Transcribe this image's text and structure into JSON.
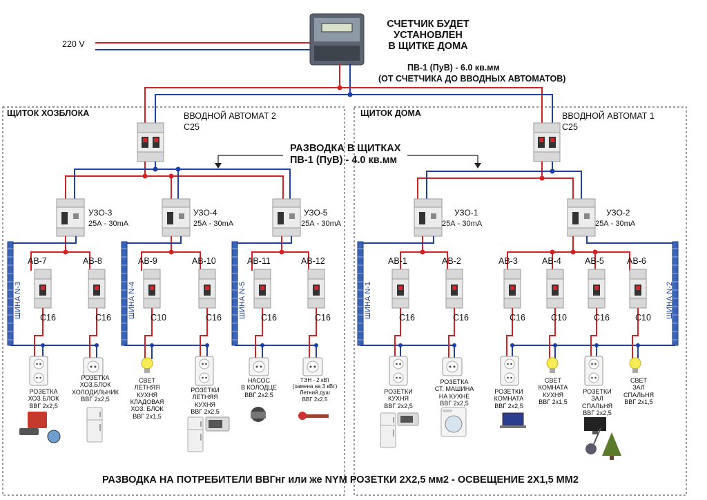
{
  "meter_note": "СЧЕТЧИК БУДЕТ\nУСТАНОВЛЕН\nВ ЩИТКЕ ДОМА",
  "supply": "220 V",
  "main_cable_line1": "ПВ-1 (ПуВ)  - 6.0 кв.мм",
  "main_cable_line2": "(ОТ СЧЕТЧИКА ДО ВВОДНЫХ АВТОМАТОВ)",
  "panel_outbuilding": {
    "title": "ЩИТОК ХОЗБЛОКА",
    "main_breaker": "ВВОДНОЙ АВТОМАТ 2",
    "main_rating": "С25",
    "rcds": [
      {
        "name": "УЗО-3",
        "rating": "25А - 30mA"
      },
      {
        "name": "УЗО-4",
        "rating": "25А - 30mA"
      },
      {
        "name": "УЗО-5",
        "rating": "25А - 30mA"
      }
    ],
    "buses": [
      "ШИНА N-3",
      "ШИНА N-4",
      "ШИНА N-5"
    ],
    "breakers": [
      {
        "name": "АВ-7",
        "rating": "С16"
      },
      {
        "name": "АВ-8",
        "rating": "С16"
      },
      {
        "name": "АВ-9",
        "rating": "С10"
      },
      {
        "name": "АВ-10",
        "rating": "С16"
      },
      {
        "name": "АВ-11",
        "rating": "С16"
      },
      {
        "name": "АВ-12",
        "rating": "С16"
      }
    ],
    "loads": [
      "РОЗЕТКА\nХОЗ.БЛОК\nВВГ 2х2,5",
      "РОЗЕТКА\nХОЗ.БЛОК\nХОЛОДИЛЬНИК\nВВГ 2х2,5",
      "СВЕТ\nЛЕТНЯЯ\nКУХНЯ\nКЛАДОВАЯ\nХОЗ. БЛОК\nВВГ 2х1,5",
      "РОЗЕТКИ\nЛЕТНЯЯ\nКУХНЯ\nВВГ 2х2,5",
      "НАСОС\nВ КОЛОДЦЕ\nВВГ 2х2,5",
      "ТЭН - 2 кВт\n(замена на 3 кВт)\nЛетний душ\nВВГ 2х2,5"
    ]
  },
  "panel_house": {
    "title": "ЩИТОК ДОМА",
    "main_breaker": "ВВОДНОЙ АВТОМАТ 1",
    "main_rating": "С25",
    "rcds": [
      {
        "name": "УЗО-1",
        "rating": "25А - 30mA"
      },
      {
        "name": "УЗО-2",
        "rating": "25А - 30mA"
      }
    ],
    "buses": [
      "ШИНА N-1",
      "ШИНА N-2"
    ],
    "breakers": [
      {
        "name": "АВ-1",
        "rating": "С16"
      },
      {
        "name": "АВ-2",
        "rating": "С16"
      },
      {
        "name": "АВ-3",
        "rating": "С16"
      },
      {
        "name": "АВ-4",
        "rating": "С10"
      },
      {
        "name": "АВ-5",
        "rating": "С16"
      },
      {
        "name": "АВ-6",
        "rating": "С10"
      }
    ],
    "loads": [
      "РОЗЕТКИ\nКУХНЯ\nВВГ 2х2,5",
      "РОЗЕТКА\nСТ. МАШИНА\nНА КУХНЕ\nВВГ 2х2,5",
      "РОЗЕТКИ\nКОМНАТА\nВВГ 2х2,5",
      "СВЕТ\nКОМНАТА\nКУХНЯ\nВВГ 2х1,5",
      "РОЗЕТКИ\nЗАЛ\nСПАЛЬНЯ\nВВГ 2х2,5",
      "СВЕТ\nЗАЛ\nСПАЛЬНЯ\nВВГ 2х1,5"
    ]
  },
  "panel_wiring_line1": "РАЗВОДКА В ЩИТКАХ",
  "panel_wiring_line2": "ПВ-1 (ПуВ)  - 4.0 кв.мм",
  "footer": "РАЗВОДКА НА ПОТРЕБИТЕЛИ ВВГнг или же NYM РОЗЕТКИ 2Х2,5 мм2 - ОСВЕЩЕНИЕ 2Х1,5 ММ2",
  "colors": {
    "phase": "#d42020",
    "neutral": "#1f3fa8",
    "bus": "#3a64b8",
    "frame": "#333333"
  }
}
